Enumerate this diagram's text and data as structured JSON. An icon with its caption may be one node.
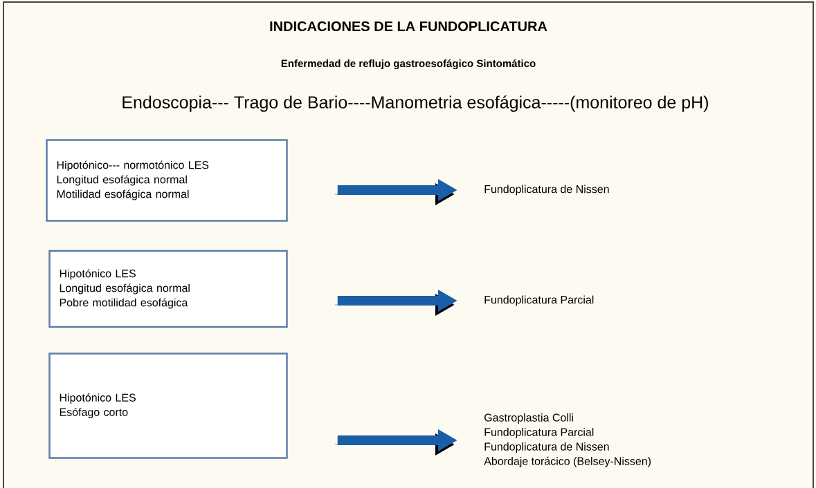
{
  "diagram": {
    "title": "INDICACIONES DE LA FUNDOPLICATURA",
    "nodes": [
      {
        "text": [
          "Hipotónico--- normotónico LES",
          "Longitud esofágica  normal",
          "Motilidad esofágica normal"
        ]
      },
      {
        "text": [
          "Fundoplicatura de Nissen"
        ]
      },
      {
        "text": [
          "Hipotónico LES",
          "Longitud esofágica normal",
          "Pobre motilidad esofágica"
        ]
      },
      {
        "text": [
          "Fundoplicatura Parcial"
        ]
      },
      {
        "text": [
          "Hipotónico LES",
          "Esófago corto"
        ]
      },
      {
        "text": [
          "Gastroplastia Colli",
          "Fundoplicatura Parcial",
          "Fundoplicatura de Nissen",
          "Abordaje torácico (Belsey-Nissen)"
        ]
      }
    ],
    "edges": [
      {
        "from": 0,
        "to": 1,
        "arrow": "to"
      },
      {
        "from": 2,
        "to": 3,
        "arrow": "to"
      },
      {
        "from": 4,
        "to": 5,
        "arrow": "to"
      }
    ],
    "labels": [
      "Enfermedad de reflujo gastroesofágico Sintomático",
      "Endoscopia--- Trago de Bario----Manometria esofágica-----(monitoreo de pH)"
    ]
  }
}
